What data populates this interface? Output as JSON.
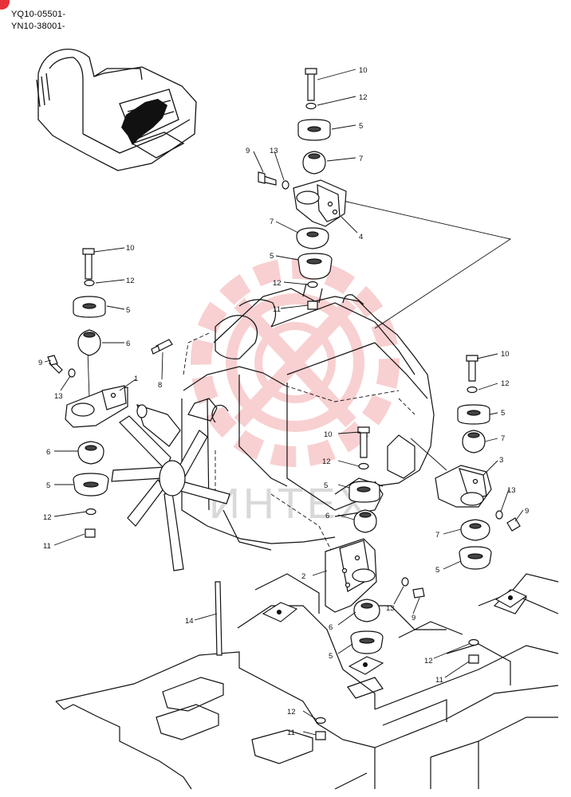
{
  "header": {
    "serials": [
      "YQ10-05501-",
      "YN10-38001-"
    ]
  },
  "colors": {
    "badge": "#e8303a",
    "watermark": "#f2a2a4",
    "line": "#111111"
  },
  "watermark": {
    "text": "ИНТЕХ"
  },
  "callouts": {
    "c1": "1",
    "c2": "2",
    "c3": "3",
    "c4": "4",
    "c5a": "5",
    "c5b": "5",
    "c5c": "5",
    "c5d": "5",
    "c5e": "5",
    "c5f": "5",
    "c5g": "5",
    "c5h": "5",
    "c6a": "6",
    "c6b": "6",
    "c6c": "6",
    "c6d": "6",
    "c7a": "7",
    "c7b": "7",
    "c7c": "7",
    "c7d": "7",
    "c8": "8",
    "c9a": "9",
    "c9b": "9",
    "c9c": "9",
    "c9d": "9",
    "c10a": "10",
    "c10b": "10",
    "c10c": "10",
    "c10d": "10",
    "c11a": "11",
    "c11b": "11",
    "c11c": "11",
    "c11d": "11",
    "c12a": "12",
    "c12b": "12",
    "c12c": "12",
    "c12d": "12",
    "c12e": "12",
    "c12f": "12",
    "c12g": "12",
    "c12h": "12",
    "c13a": "13",
    "c13b": "13",
    "c13c": "13",
    "c13d": "13",
    "c14": "14"
  }
}
